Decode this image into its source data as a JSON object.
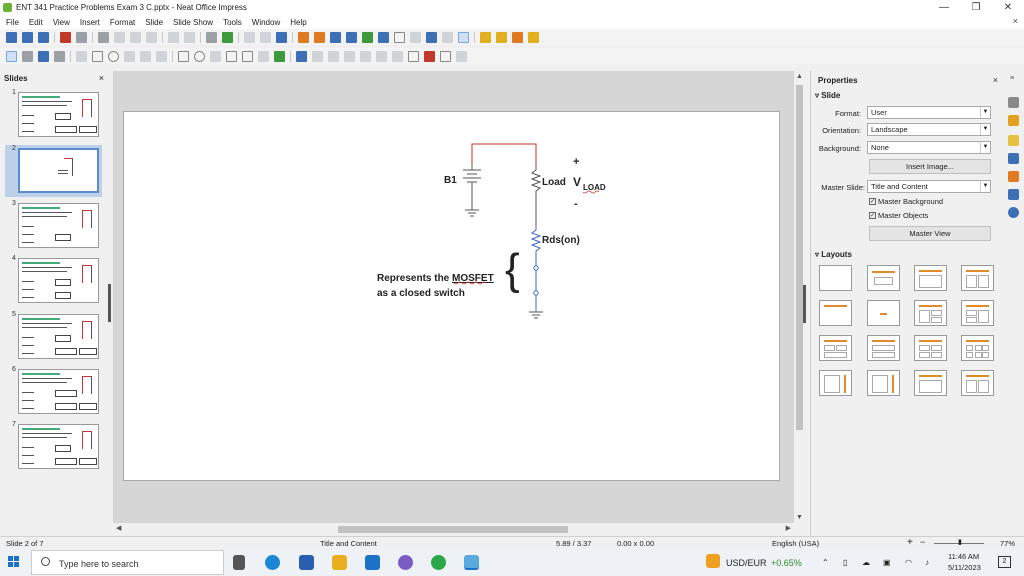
{
  "window": {
    "title": "ENT 341 Practice Problems Exam 3 C.pptx - Neat Office Impress",
    "minimize": "—",
    "maximize": "❐",
    "close": "✕",
    "doc_close": "×"
  },
  "menu": [
    "File",
    "Edit",
    "View",
    "Insert",
    "Format",
    "Slide",
    "Slide Show",
    "Tools",
    "Window",
    "Help"
  ],
  "slides_panel": {
    "title": "Slides",
    "close": "×",
    "numbers": [
      "1",
      "2",
      "3",
      "4",
      "5",
      "6",
      "7"
    ],
    "selected_index": 2
  },
  "slide": {
    "battery_label": "B1",
    "load_label": "Load",
    "v_label": "V",
    "v_subscript": "LOAD",
    "plus": "+",
    "minus": "-",
    "rds_label": "Rds(on)",
    "brace": "{",
    "caption_line1_prefix": "Represents the ",
    "caption_line1_word": "MOSFET",
    "caption_line2": "as a closed switch"
  },
  "properties": {
    "title": "Properties",
    "close": "×",
    "slide_section": "Slide",
    "format_label": "Format:",
    "format_value": "User",
    "orientation_label": "Orientation:",
    "orientation_value": "Landscape",
    "background_label": "Background:",
    "background_value": "None",
    "insert_image": "Insert Image...",
    "master_slide_label": "Master Slide:",
    "master_slide_value": "Title and Content",
    "master_background": "Master Background",
    "master_objects": "Master Objects",
    "master_view": "Master View",
    "layouts_section": "Layouts"
  },
  "status": {
    "slide_of": "Slide 2 of 7",
    "layout": "Title and Content",
    "position": "5.89 / 3.37",
    "size": "0.00 x 0.00",
    "language": "English (USA)",
    "zoom": "77%",
    "zoom_minus": "−",
    "zoom_plus": "+"
  },
  "taskbar": {
    "search_placeholder": "Type here to search",
    "currency": "USD/EUR",
    "currency_change": "+0.65%",
    "time": "11:46 AM",
    "date": "5/11/2023",
    "notifications": "2"
  },
  "colors": {
    "wire_red": "#d0302a",
    "wire_blue": "#3d64c8",
    "accent_orange": "#e08a2a",
    "positive_green": "#2a8a2a"
  }
}
